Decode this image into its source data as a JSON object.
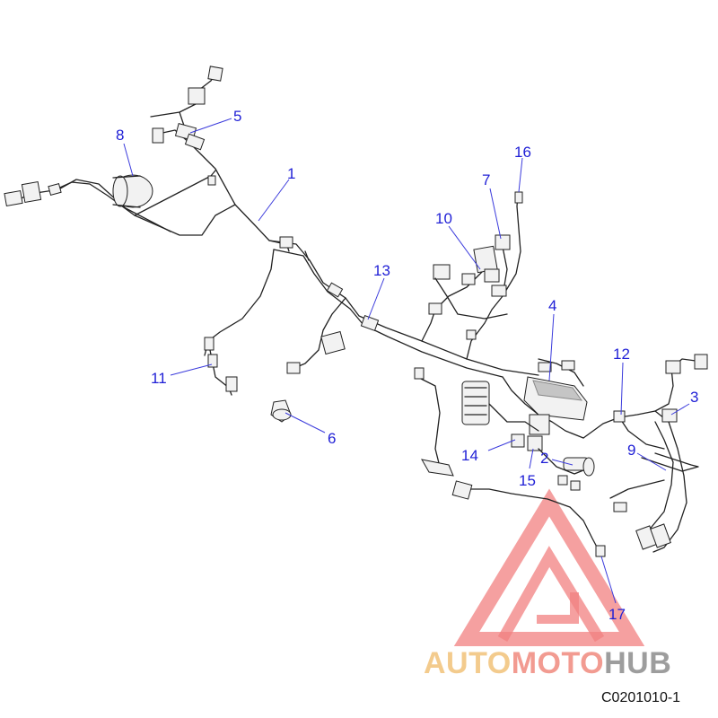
{
  "diagram": {
    "document_id": "C0201010-1",
    "callouts": [
      {
        "id": "c1",
        "label": "1"
      },
      {
        "id": "c2",
        "label": "2"
      },
      {
        "id": "c3",
        "label": "3"
      },
      {
        "id": "c4",
        "label": "4"
      },
      {
        "id": "c5",
        "label": "5"
      },
      {
        "id": "c6",
        "label": "6"
      },
      {
        "id": "c7",
        "label": "7"
      },
      {
        "id": "c8",
        "label": "8"
      },
      {
        "id": "c9",
        "label": "9"
      },
      {
        "id": "c10",
        "label": "10"
      },
      {
        "id": "c11",
        "label": "11"
      },
      {
        "id": "c12",
        "label": "12"
      },
      {
        "id": "c13",
        "label": "13"
      },
      {
        "id": "c14",
        "label": "14"
      },
      {
        "id": "c15",
        "label": "15"
      },
      {
        "id": "c16",
        "label": "16"
      },
      {
        "id": "c17",
        "label": "17"
      }
    ],
    "callout_color": "#1f1fd6"
  },
  "watermark": {
    "part1": "AUTO",
    "part2": "MOTO",
    "part3": "HUB",
    "colors": {
      "auto": "#f2c27a",
      "moto": "#f08a7e",
      "hub": "#8c8c8c",
      "triangle": "#ef6b6b"
    }
  }
}
